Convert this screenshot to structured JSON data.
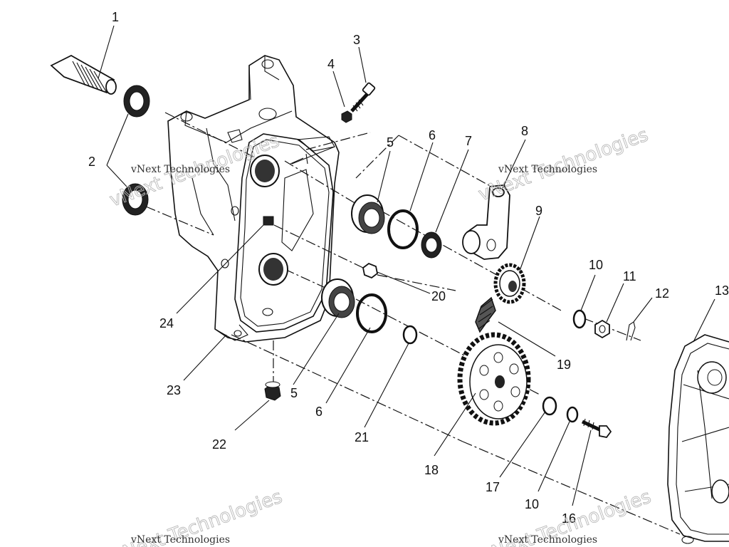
{
  "callouts": {
    "c1": "1",
    "c2": "2",
    "c3": "3",
    "c4": "4",
    "c5a": "5",
    "c5b": "5",
    "c6a": "6",
    "c6b": "6",
    "c7": "7",
    "c8": "8",
    "c9": "9",
    "c10a": "10",
    "c10b": "10",
    "c11": "11",
    "c12": "12",
    "c13": "13",
    "c16": "16",
    "c17": "17",
    "c18": "18",
    "c19": "19",
    "c20": "20",
    "c21": "21",
    "c22": "22",
    "c23": "23",
    "c24": "24"
  },
  "watermarks": {
    "big": "vNext Technologies",
    "small": "vNext Technologies"
  }
}
